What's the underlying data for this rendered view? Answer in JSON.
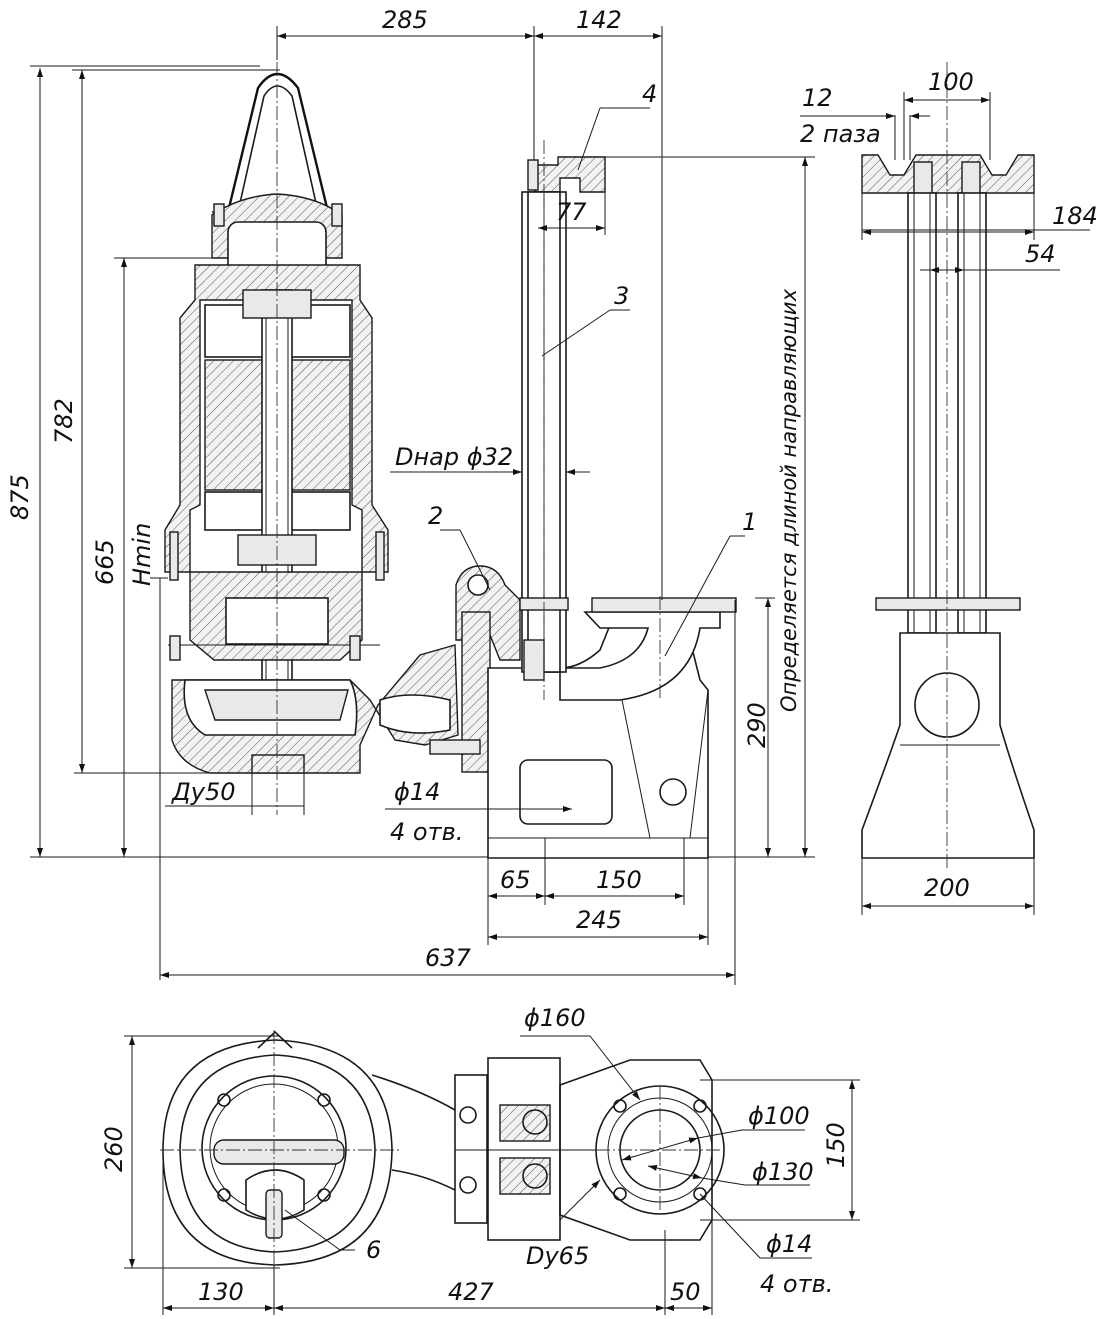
{
  "dimensions": {
    "top_left": "285",
    "top_right": "142",
    "overall_height": "875",
    "height_782": "782",
    "height_665": "665",
    "hmin": "Hmin",
    "outlet_du50": "Ду50",
    "hole_d14": "ϕ14",
    "holes_4": "4 отв.",
    "dim_65": "65",
    "dim_150": "150",
    "dim_245": "245",
    "dim_637": "637",
    "dim_290": "290",
    "guide_note": "Определяется длиной направляющих",
    "pipe_outer": "Dнар ϕ32",
    "dim_77": "77",
    "dim_100": "100",
    "dim_12": "12",
    "slots_2": "2 паза",
    "dim_184": "184",
    "dim_54": "54",
    "dim_200": "200",
    "plan_d160": "ϕ160",
    "plan_d100": "ϕ100",
    "plan_d130": "ϕ130",
    "plan_150": "150",
    "plan_260": "260",
    "plan_dy65": "Dy65",
    "plan_d14": "ϕ14",
    "plan_holes_4": "4 отв.",
    "plan_130": "130",
    "plan_427": "427",
    "plan_50": "50"
  },
  "callouts": {
    "item_1": "1",
    "item_2": "2",
    "item_3": "3",
    "item_4": "4",
    "item_6": "6"
  },
  "colors": {
    "line": "#1a1a1a",
    "hatch_fill": "#e9e9e9",
    "background": "#ffffff"
  }
}
